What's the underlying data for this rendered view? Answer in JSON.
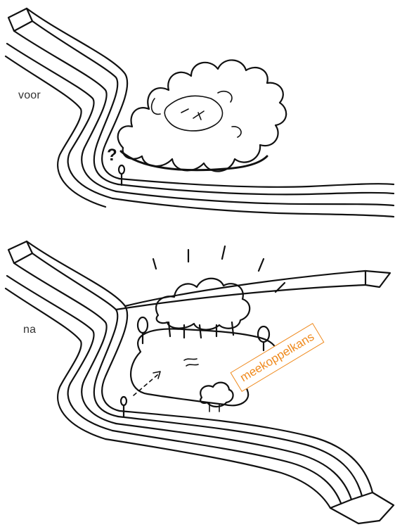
{
  "labels": {
    "before": "voor",
    "after": "na"
  },
  "tag": {
    "text": "meekoppelkans",
    "color": "#ef8a1e"
  },
  "question_mark": "?"
}
